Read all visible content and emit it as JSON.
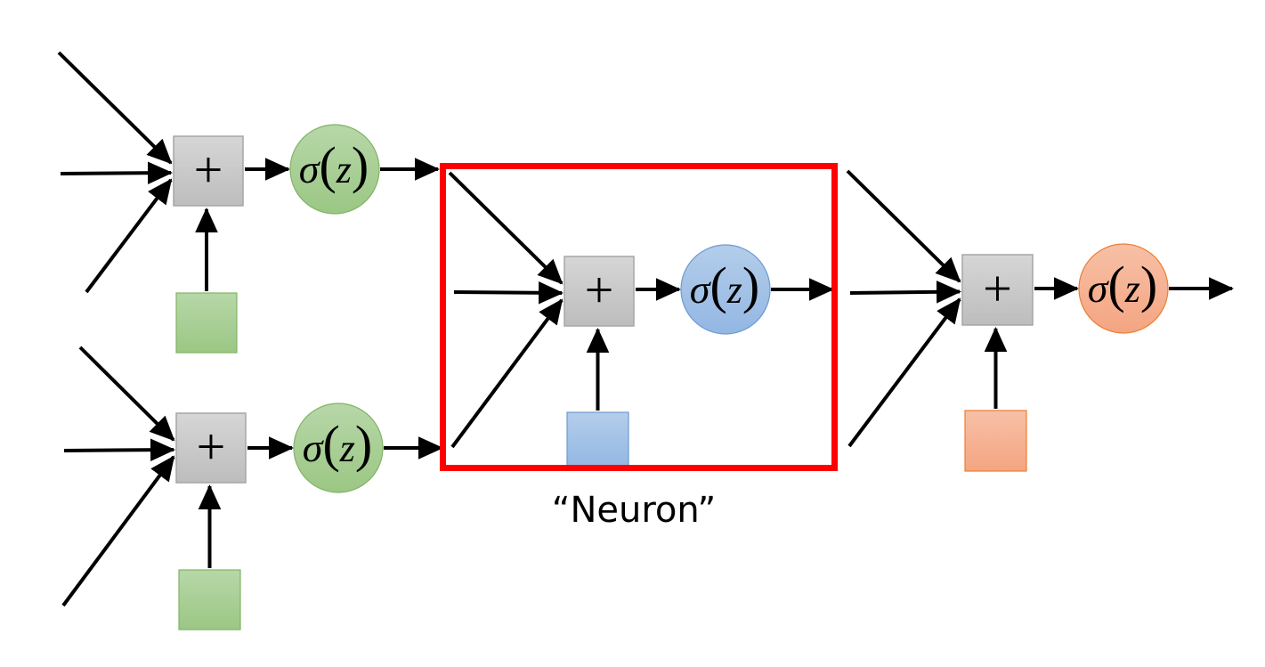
{
  "diagram": {
    "title": "Neural network composed of neurons",
    "caption": "“Neuron”",
    "sum_symbol": "+",
    "activation_label": "σ(z)",
    "activation_parts": {
      "sigma": "σ",
      "open": "(",
      "var": "z",
      "close": ")"
    },
    "highlight_color": "#ff0000",
    "colors": {
      "green": {
        "fill_top": "#b7d7a8",
        "fill_bottom": "#9bc784",
        "stroke": "#82b366"
      },
      "blue": {
        "fill_top": "#b4cdea",
        "fill_bottom": "#93b7e3",
        "stroke": "#6c9bd2"
      },
      "orange": {
        "fill_top": "#f7c0a6",
        "fill_bottom": "#f4a582",
        "stroke": "#ed7d31"
      },
      "sum_box": {
        "fill_top": "#d6d6d6",
        "fill_bottom": "#bdbdbd",
        "stroke": "#a6a6a6"
      }
    },
    "neurons": [
      {
        "id": "hidden-1",
        "color": "green",
        "highlighted": false,
        "inputs": 3,
        "bias": true
      },
      {
        "id": "hidden-2",
        "color": "green",
        "highlighted": false,
        "inputs": 3,
        "bias": true
      },
      {
        "id": "hidden-3",
        "color": "blue",
        "highlighted": true,
        "inputs": 3,
        "bias": true
      },
      {
        "id": "output",
        "color": "orange",
        "highlighted": false,
        "inputs": 3,
        "bias": true
      }
    ]
  }
}
